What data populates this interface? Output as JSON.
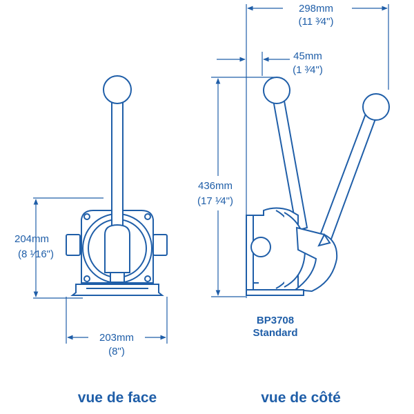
{
  "colors": {
    "ink": "#1f5ea8",
    "paper": "#ffffff"
  },
  "dimensions": {
    "width_overall": {
      "mm": "298mm",
      "inch": "(11 ³⁄4\")"
    },
    "lever_offset": {
      "mm": "45mm",
      "inch": "(1 ³⁄4\")"
    },
    "height_overall": {
      "mm": "436mm",
      "inch": "(17 ¹⁄4\")"
    },
    "height_body": {
      "mm": "204mm",
      "inch": "(8 ¹⁄16\")"
    },
    "width_body": {
      "mm": "203mm",
      "inch": "(8\")"
    }
  },
  "model": {
    "code": "BP3708",
    "variant": "Standard"
  },
  "views": {
    "front": "vue de face",
    "side": "vue de côté"
  }
}
